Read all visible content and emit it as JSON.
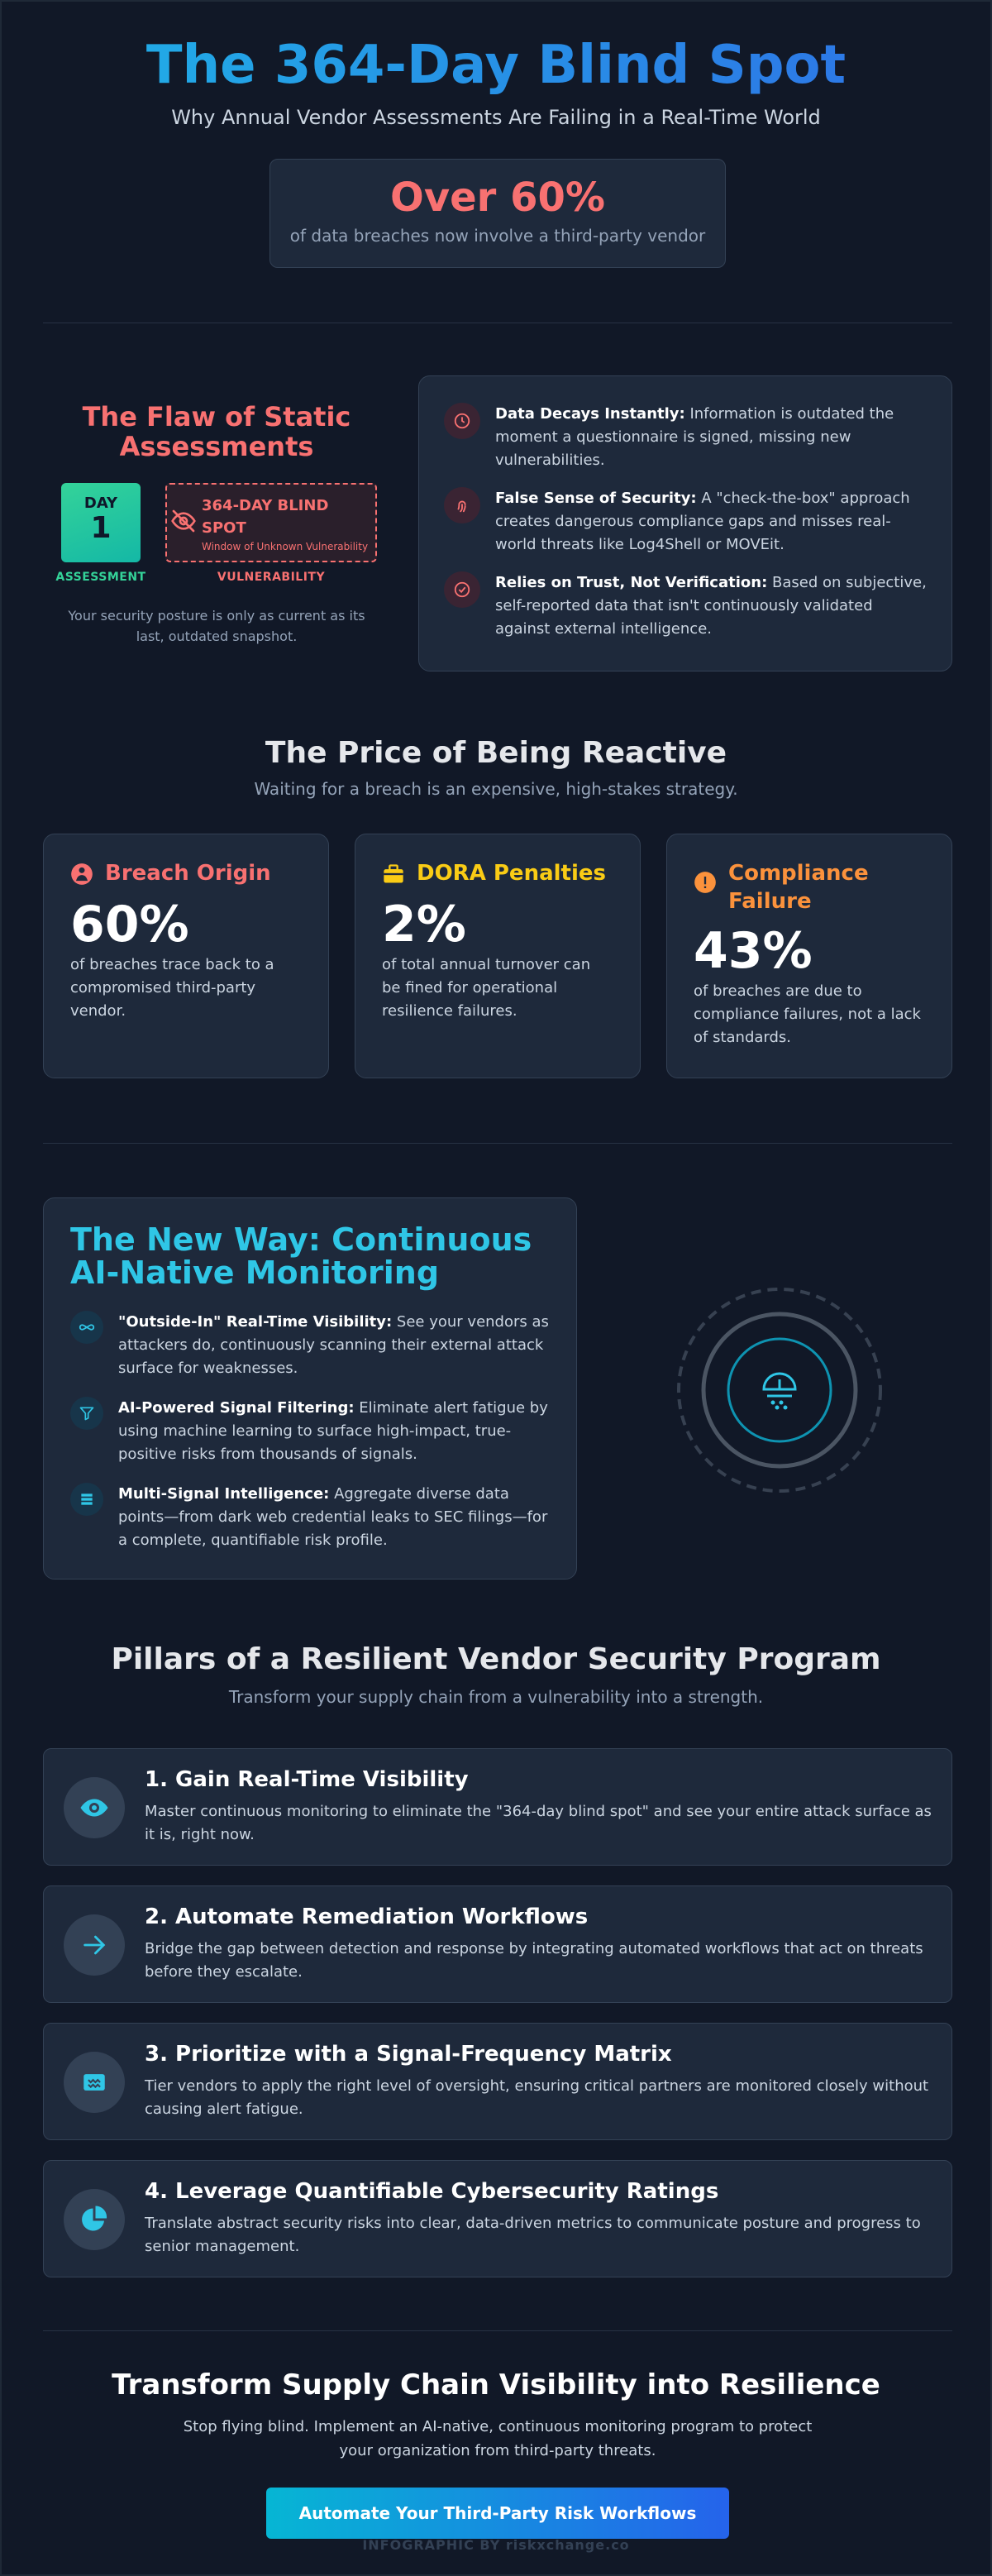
{
  "hero": {
    "title": "The 364-Day Blind Spot",
    "subtitle": "Why Annual Vendor Assessments Are Failing in a Real-Time World",
    "stat_value": "Over 60%",
    "stat_caption": "of data breaches now involve a third-party vendor"
  },
  "flaw": {
    "title": "The Flaw of Static Assessments",
    "day_label": "DAY",
    "day_number": "1",
    "assessment_label": "ASSESSMENT",
    "blind_spot_title": "364-DAY BLIND SPOT",
    "blind_spot_caption": "Window of Unknown Vulnerability",
    "vulnerability_label": "VULNERABILITY",
    "note": "Your security posture is only as current as its last, outdated snapshot.",
    "items": [
      {
        "icon": "clock-icon",
        "bold": "Data Decays Instantly:",
        "text": " Information is outdated the moment a questionnaire is signed, missing new vulnerabilities."
      },
      {
        "icon": "fingerprint-icon",
        "bold": "False Sense of Security:",
        "text": " A \"check-the-box\" approach creates dangerous compliance gaps and misses real-world threats like Log4Shell or MOVEit."
      },
      {
        "icon": "check-circle-icon",
        "bold": "Relies on Trust, Not Verification:",
        "text": " Based on subjective, self-reported data that isn't continuously validated against external intelligence."
      }
    ]
  },
  "price": {
    "title": "The Price of Being Reactive",
    "subtitle": "Waiting for a breach is an expensive, high-stakes strategy.",
    "cards": [
      {
        "label": "Breach Origin",
        "value": "60%",
        "desc": "of breaches trace back to a compromised third-party vendor.",
        "color": "#f87171",
        "icon": "user-secret-icon"
      },
      {
        "label": "DORA Penalties",
        "value": "2%",
        "desc": "of total annual turnover can be fined for operational resilience failures.",
        "color": "#facc15",
        "icon": "briefcase-icon"
      },
      {
        "label": "Compliance Failure",
        "value": "43%",
        "desc": "of breaches are due to compliance failures, not a lack of standards.",
        "color": "#fb923c",
        "icon": "alert-circle-icon"
      }
    ]
  },
  "new_way": {
    "title": "The New Way: Continuous AI-Native Monitoring",
    "items": [
      {
        "icon": "infinity-icon",
        "bold": "\"Outside-In\" Real-Time Visibility:",
        "text": " See your vendors as attackers do, continuously scanning their external attack surface for weaknesses."
      },
      {
        "icon": "filter-icon",
        "bold": "AI-Powered Signal Filtering:",
        "text": " Eliminate alert fatigue by using machine learning to surface high-impact, true-positive risks from thousands of signals."
      },
      {
        "icon": "database-icon",
        "bold": "Multi-Signal Intelligence:",
        "text": " Aggregate diverse data points—from dark web credential leaks to SEC filings—for a complete, quantifiable risk profile."
      }
    ],
    "radar_icon": "radar-monitor-icon"
  },
  "pillars": {
    "title": "Pillars of a Resilient Vendor Security Program",
    "subtitle": "Transform your supply chain from a vulnerability into a strength.",
    "items": [
      {
        "icon": "eye-icon",
        "title": "1. Gain Real-Time Visibility",
        "desc": "Master continuous monitoring to eliminate the \"364-day blind spot\" and see your entire attack surface as it is, right now."
      },
      {
        "icon": "arrow-right-icon",
        "title": "2. Automate Remediation Workflows",
        "desc": "Bridge the gap between detection and response by integrating automated workflows that act on threats before they escalate."
      },
      {
        "icon": "matrix-icon",
        "title": "3. Prioritize with a Signal-Frequency Matrix",
        "desc": "Tier vendors to apply the right level of oversight, ensuring critical partners are monitored closely without causing alert fatigue."
      },
      {
        "icon": "pie-chart-icon",
        "title": "4. Leverage Quantifiable Cybersecurity Ratings",
        "desc": "Translate abstract security risks into clear, data-driven metrics to communicate posture and progress to senior management."
      }
    ]
  },
  "cta": {
    "title": "Transform Supply Chain Visibility into Resilience",
    "text": "Stop flying blind. Implement an AI-native, continuous monitoring program to protect your organization from third-party threats.",
    "button": "Automate Your Third-Party Risk Workflows",
    "credit": "INFOGRAPHIC BY riskxchange.co"
  }
}
